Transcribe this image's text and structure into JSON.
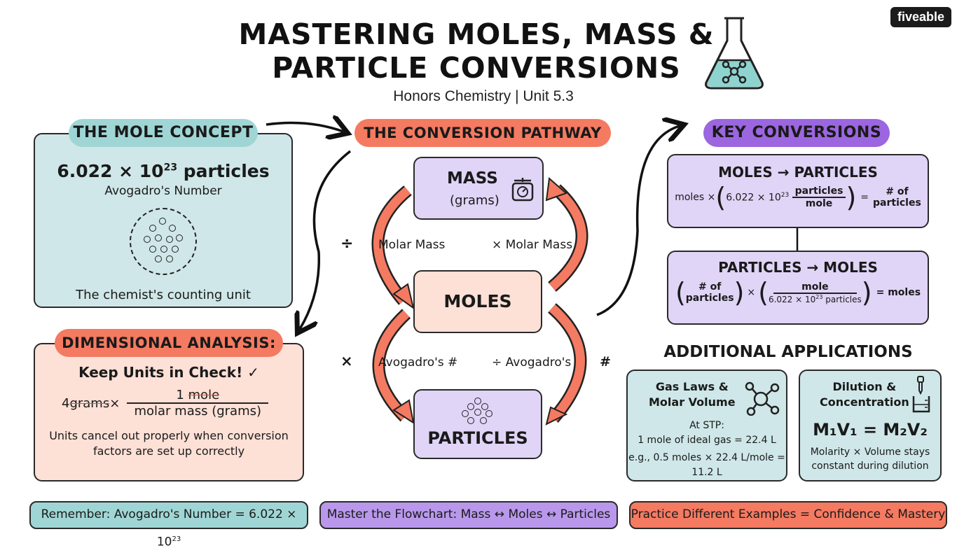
{
  "header": {
    "title_line1": "MASTERING MOLES, MASS &",
    "title_line2": "PARTICLE CONVERSIONS",
    "subtitle": "Honors Chemistry | Unit 5.3",
    "logo": "fiveable"
  },
  "mole_concept": {
    "heading": "THE MOLE CONCEPT",
    "number": "6.022 × 10",
    "exponent": "23",
    "number_suffix": " particles",
    "name": "Avogadro's Number",
    "caption": "The chemist's counting unit"
  },
  "dimensional_analysis": {
    "heading": "DIMENSIONAL ANALYSIS:",
    "subheading": "Keep Units in Check! ✓",
    "lhs_number": "4 ",
    "lhs_unit": "grams",
    "times": " ×",
    "numerator_number": "1 ",
    "numerator_unit": "mole",
    "denominator": "molar mass (grams)",
    "note": "Units cancel out properly when conversion factors are set up correctly"
  },
  "pathway": {
    "heading": "THE CONVERSION PATHWAY",
    "mass_label": "MASS",
    "mass_unit": "(grams)",
    "moles_label": "MOLES",
    "particles_label": "PARTICLES",
    "left_top_op": "÷",
    "left_top_text": "Molar Mass",
    "right_top_text": "× Molar Mass",
    "left_bottom_op": "×",
    "left_bottom_text": "Avogadro's #",
    "right_bottom_text": "÷ Avogadro's",
    "right_bottom_suffix": "#"
  },
  "key_conversions": {
    "heading": "KEY CONVERSIONS",
    "card1": {
      "title": "MOLES → PARTICLES",
      "prefix": "moles ×",
      "factor_number": "6.022 × 10",
      "factor_exp": "23",
      "numerator": "particles",
      "denominator": "mole",
      "equals": "=",
      "result_line1": "# of",
      "result_line2": "particles"
    },
    "card2": {
      "title": "PARTICLES → MOLES",
      "lhs_line1": "# of",
      "lhs_line2": "particles",
      "times": "×",
      "numerator": "mole",
      "denominator": "6.022 × 10",
      "denominator_exp": "23",
      "denominator_suffix": " particles",
      "result": "= moles"
    }
  },
  "applications": {
    "heading": "ADDITIONAL APPLICATIONS",
    "gas": {
      "title_line1": "Gas Laws &",
      "title_line2": "Molar Volume",
      "line1": "At STP:",
      "line2": "1 mole of ideal gas = 22.4 L",
      "line3": "e.g., 0.5 moles × 22.4 L/mole =",
      "line4": "11.2 L"
    },
    "dilution": {
      "title_line1": "Dilution &",
      "title_line2": "Concentration",
      "formula": "M₁V₁ = M₂V₂",
      "note_line1": "Molarity × Volume stays",
      "note_line2": "constant during dilution"
    }
  },
  "footer": {
    "left": "Remember: Avogadro's Number = 6.022 × 10",
    "left_exp": "23",
    "middle": "Master the Flowchart: Mass ↔ Moles ↔ Particles",
    "right": "Practice Different Examples = Confidence & Mastery"
  },
  "colors": {
    "teal": "#cfe7e8",
    "salmon": "#f47a61",
    "lavender": "#9b66e0"
  }
}
